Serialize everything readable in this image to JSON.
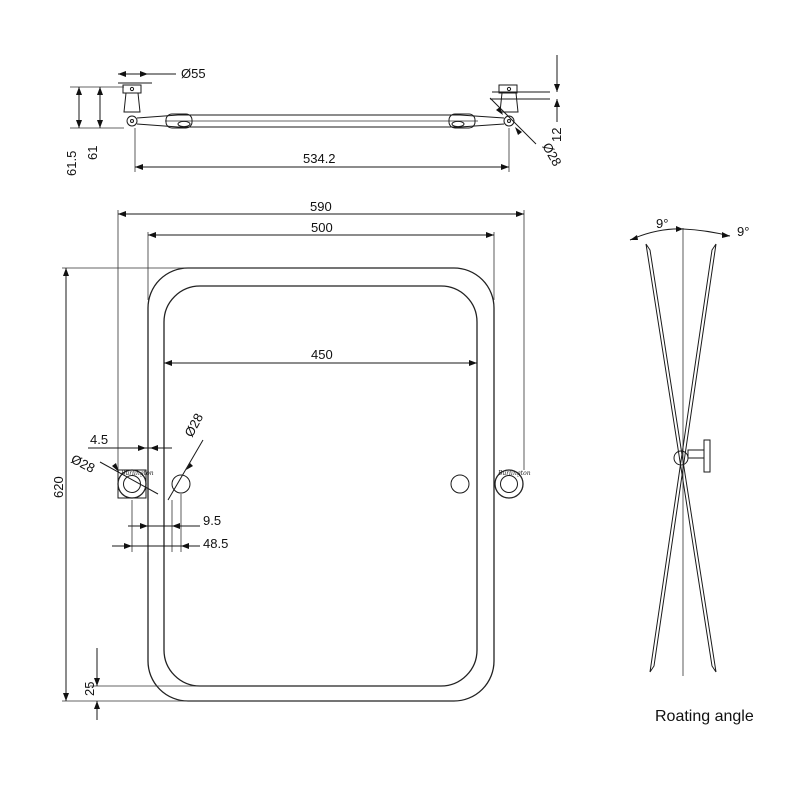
{
  "dimensions": {
    "top_view": {
      "flange_dia": "Ø55",
      "height_outer": "61.5",
      "height_inner": "61",
      "span": "534.2",
      "bracket_offset": "12",
      "pivot_dia": "Ø28"
    },
    "front_view": {
      "overall_width": "590",
      "frame_width": "500",
      "glass_width": "450",
      "overall_height": "620",
      "edge_offset": "4.5",
      "bracket_dia": "Ø28",
      "hole_dia": "Ø28",
      "hole_offset": "9.5",
      "hole_center": "48.5",
      "bottom_gap": "25"
    },
    "side_view": {
      "angle_left": "9°",
      "angle_right": "9°",
      "caption": "Roating angle"
    }
  },
  "logo_text": "Burlington"
}
